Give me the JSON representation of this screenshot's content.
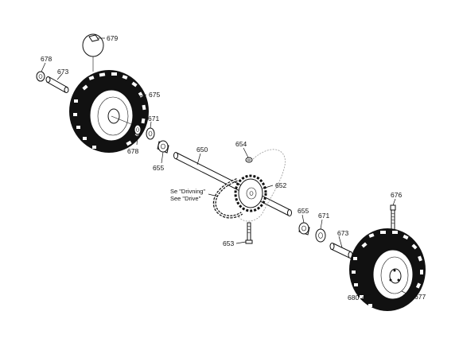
{
  "callouts": {
    "p679": "679",
    "p678a": "678",
    "p673a": "673",
    "p675": "675",
    "p671a": "671",
    "p678b": "678",
    "p655a": "655",
    "p650": "650",
    "p654": "654",
    "p652": "652",
    "p655b": "655",
    "p671b": "671",
    "p673b": "673",
    "p676": "676",
    "p653": "653",
    "p680": "680",
    "p677": "677"
  },
  "notes": {
    "drive_sv": "Se \"Drivning\"",
    "drive_en": "See \"Drive\""
  },
  "colors": {
    "ink": "#111111",
    "background": "#ffffff"
  }
}
